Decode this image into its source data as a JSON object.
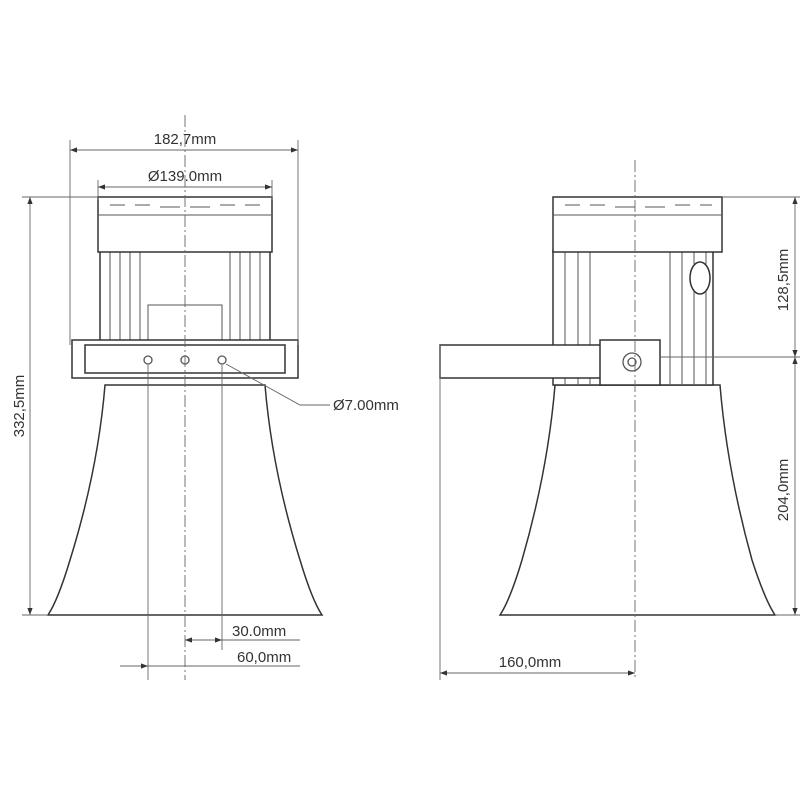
{
  "drawing": {
    "front_view": {
      "overall_width": "182,7mm",
      "cap_diameter": "Ø139.0mm",
      "overall_height": "332,5mm",
      "hole_diameter": "Ø7.00mm",
      "hole_offset": "30.0mm",
      "hole_spacing": "60,0mm"
    },
    "side_view": {
      "driver_height": "128,5mm",
      "horn_height": "204,0mm",
      "bracket_depth": "160,0mm"
    }
  }
}
